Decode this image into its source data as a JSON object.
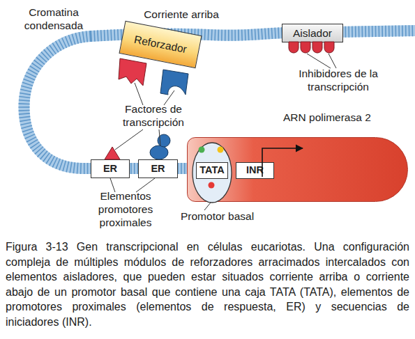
{
  "diagram": {
    "caption": "Figura 3-13 Gen transcripcional en células eucariotas. Una configuración compleja de múltiples módulos de reforzadores arracimados intercalados con elementos aisladores, que pueden estar situados corriente arriba o corriente abajo de un promotor basal que contiene una caja TATA (TATA), elementos de promotores proximales (elementos de respuesta, ER) y secuencias de iniciadores (INR).",
    "nodes": [
      {
        "text": [
          "Reforzador"
        ]
      },
      {
        "text": [
          "Aislador"
        ]
      },
      {
        "text": [
          "ER"
        ]
      },
      {
        "text": [
          "ER"
        ]
      },
      {
        "text": [
          "ARN polimerasa 2"
        ]
      },
      {
        "text": [
          "Promotor basal"
        ],
        "in": 4
      },
      {
        "text": [
          "TATA"
        ],
        "in": 5
      },
      {
        "text": [
          "INR"
        ],
        "in": 4
      }
    ],
    "labels": [
      "Cromatina condensada",
      "Corriente arriba",
      "Inhibidores de la transcripción",
      "Factores de transcripción",
      "Elementos promotores proximales"
    ]
  }
}
